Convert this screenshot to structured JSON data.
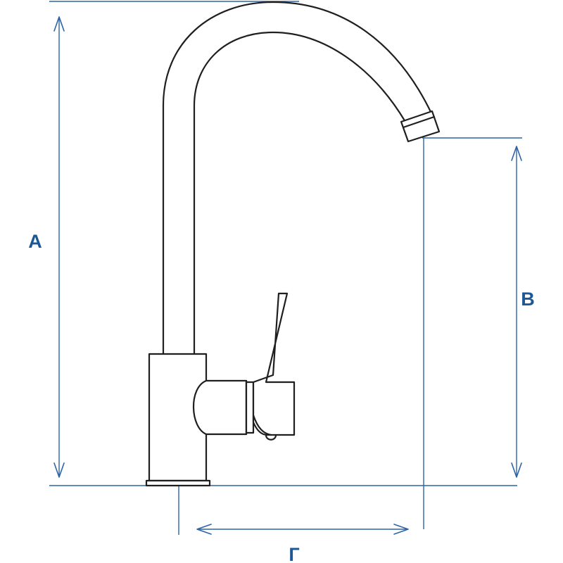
{
  "diagram": {
    "dimensions": [
      {
        "key": "A",
        "label": "A"
      },
      {
        "key": "B",
        "label": "B"
      },
      {
        "key": "G",
        "label": "Г"
      }
    ],
    "colors": {
      "dimension": "#2d64a6",
      "label": "#1d5796",
      "outline": "#1f1f1f"
    }
  }
}
